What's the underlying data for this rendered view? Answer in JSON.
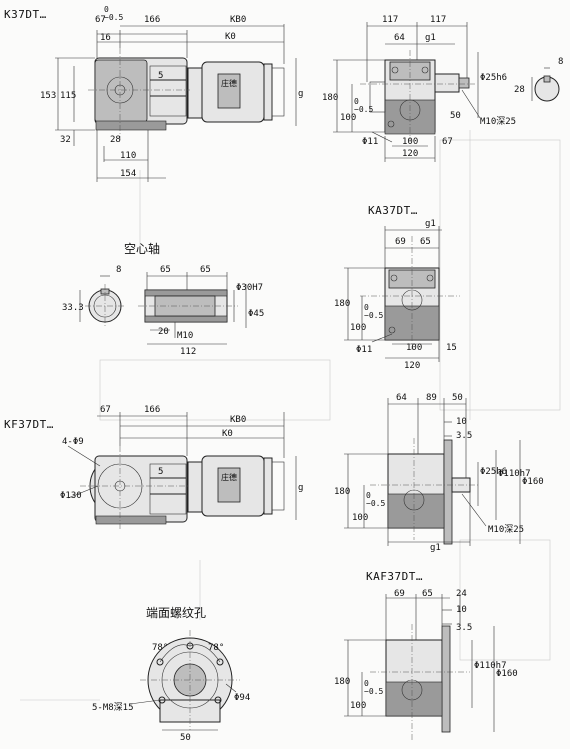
{
  "titles": {
    "k37dt": "K37DT…",
    "ka37dt": "KA37DT…",
    "kf37dt": "KF37DT…",
    "kaf37dt": "KAF37DT…",
    "hollow_shaft": "空心轴",
    "end_thread_holes": "端面螺纹孔"
  },
  "k37dt": {
    "d_67": "67",
    "d_tol": "0\n−0.5",
    "d_166": "166",
    "d_kb0": "KB0",
    "d_16": "16",
    "d_k0": "K0",
    "d_5": "5",
    "d_153": "153",
    "d_115": "115",
    "d_32": "32",
    "d_28": "28",
    "d_110": "110",
    "d_154": "154",
    "d_g": "g",
    "logo": "庄德"
  },
  "k37dt_side": {
    "d_117a": "117",
    "d_117b": "117",
    "d_64": "64",
    "d_g1": "g1",
    "d_180": "180",
    "d_100": "100",
    "d_tol": "0\n−0.5",
    "d_phi25": "Φ25h6",
    "d_m10": "M10深25",
    "d_50": "50",
    "d_phi11": "Φ11",
    "d_100b": "100",
    "d_67": "67",
    "d_120": "120"
  },
  "keyway": {
    "d_8": "8",
    "d_28": "28"
  },
  "ka37dt": {
    "d_g1": "g1",
    "d_69": "69",
    "d_65": "65",
    "d_180": "180",
    "d_100": "100",
    "d_tol": "0\n−0.5",
    "d_phi11": "Φ11",
    "d_100b": "100",
    "d_15": "15",
    "d_120": "120"
  },
  "hollow": {
    "d_8": "8",
    "d_33_3": "33.3",
    "d_65a": "65",
    "d_65b": "65",
    "d_phi30": "Φ30H7",
    "d_phi45": "Φ45",
    "d_m10": "M10",
    "d_20": "20",
    "d_112": "112"
  },
  "kf37dt": {
    "d_67": "67",
    "d_166": "166",
    "d_kb0": "KB0",
    "d_k0": "K0",
    "d_4phi9": "4-Φ9",
    "d_phi130": "Φ130",
    "d_5": "5",
    "d_g": "g",
    "d_180": "180",
    "d_100": "100",
    "d_tol": "0\n−0.5",
    "logo": "庄德"
  },
  "kf37dt_side": {
    "d_64": "64",
    "d_89": "89",
    "d_50": "50",
    "d_10": "10",
    "d_3_5": "3.5",
    "d_phi25": "Φ25h6",
    "d_phi110": "Φ110h7",
    "d_phi160": "Φ160",
    "d_m10": "M10深25",
    "d_g1": "g1"
  },
  "kaf37dt": {
    "d_69": "69",
    "d_65": "65",
    "d_24": "24",
    "d_10": "10",
    "d_3_5": "3.5",
    "d_phi110": "Φ110h7",
    "d_phi160": "Φ160",
    "d_180": "180",
    "d_100": "100",
    "d_tol": "0\n−0.5"
  },
  "end_face": {
    "d_78a": "78°",
    "d_78b": "78°",
    "d_phi94": "Φ94",
    "d_5m8": "5-M8深15",
    "d_50": "50"
  }
}
